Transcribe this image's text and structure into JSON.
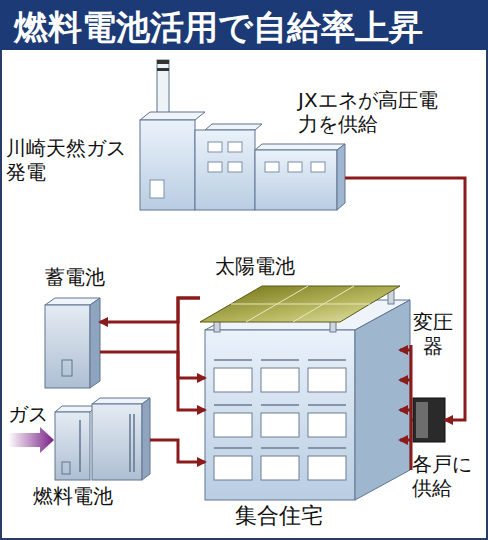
{
  "diagram": {
    "title": "燃料電池活用で自給率上昇",
    "nodes": [
      {
        "text": [
          "川崎天然ガス発電"
        ]
      },
      {
        "text": [
          "蓄電池"
        ]
      },
      {
        "text": [
          "太陽電池"
        ]
      },
      {
        "text": [
          "集合住宅"
        ]
      },
      {
        "text": [
          "変圧器"
        ]
      },
      {
        "text": [
          "燃料電池"
        ]
      }
    ],
    "edges": [
      {
        "from": 0,
        "to": 4,
        "arrow": "to",
        "label": "JXエネが高圧電力を供給"
      },
      {
        "from": 4,
        "to": 3,
        "arrow": "to",
        "label": "各戸に供給"
      },
      {
        "from": 2,
        "to": 1,
        "arrow": "to"
      },
      {
        "from": 2,
        "to": 3,
        "arrow": "to"
      },
      {
        "from": 1,
        "to": 3,
        "arrow": "to"
      },
      {
        "from": 5,
        "to": 3,
        "arrow": "to"
      }
    ],
    "labels": [
      "ガス"
    ]
  }
}
